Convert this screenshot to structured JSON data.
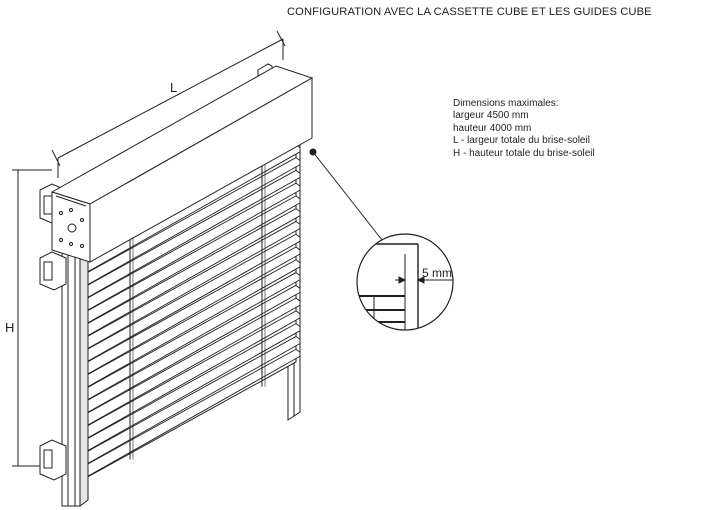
{
  "heading": "CONFIGURATION AVEC LA CASSETTE CUBE ET LES GUIDES CUBE",
  "dimensions": {
    "label_width": "L",
    "label_height": "H",
    "gap_label": "5 mm"
  },
  "notes": [
    "Dimensions maximales:",
    "largeur 4500 mm",
    "hauteur 4000 mm",
    "L - largeur totale du brise-soleil",
    "H - hauteur totale du brise-soleil"
  ],
  "colors": {
    "line": "#231f20",
    "background": "#ffffff",
    "shade": "#e6e6e6"
  },
  "slat_count": 18
}
